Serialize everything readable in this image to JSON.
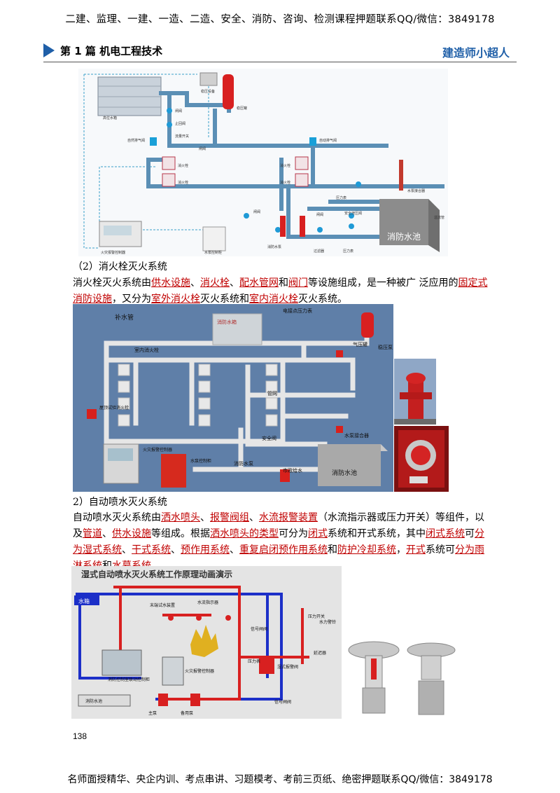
{
  "banner_top": "二建、监理、一建、一造、二造、安全、消防、咨询、检测课程押题联系QQ/微信：3849178",
  "header": {
    "title": "第 1 篇  机电工程技术",
    "right": "建造师小超人"
  },
  "fig1": {
    "pool_label": "消防水池",
    "labels": [
      "高位水箱",
      "闸阀",
      "止回阀",
      "流量开关",
      "稳压设备",
      "稳压罐",
      "自然排气阀",
      "闸阀",
      "自动排气阀",
      "消火栓",
      "消火栓",
      "消火栓",
      "消火栓",
      "压力表",
      "水泵接合器",
      "安全泄压阀",
      "闸阀",
      "闸阀",
      "过滤器",
      "压力表",
      "消防水泵",
      "水泵控制柜",
      "火灾报警控制器",
      "溢流管"
    ]
  },
  "sec2_title": "（2）消火栓灭火系统",
  "p1": [
    {
      "t": "消火栓灭火系统由",
      "u": false
    },
    {
      "t": "供水设施",
      "u": true
    },
    {
      "t": "、",
      "u": false
    },
    {
      "t": "消火栓",
      "u": true
    },
    {
      "t": "、",
      "u": false
    },
    {
      "t": "配水管网",
      "u": true
    },
    {
      "t": "和",
      "u": false
    },
    {
      "t": "阀门",
      "u": true
    },
    {
      "t": "等设施组成，是一种被广 泛应用的",
      "u": false
    },
    {
      "t": "固定式消防设施",
      "u": true
    },
    {
      "t": "，又分为",
      "u": false
    },
    {
      "t": "室外消火栓",
      "u": true
    },
    {
      "t": "灭火系统和",
      "u": false
    },
    {
      "t": "室内消火栓",
      "u": true
    },
    {
      "t": "灭火系统。",
      "u": false
    }
  ],
  "fig2": {
    "labels": [
      "补水管",
      "消防水箱",
      "电接点压力表",
      "气压罐",
      "稳压泵",
      "室内消火栓",
      "管网",
      "屋顶试验消火栓",
      "火灾报警控制器",
      "水泵控制柜",
      "安全阀",
      "水泵接合器",
      "消防水泵",
      "市政给水",
      "消防水池"
    ]
  },
  "sec3_title": "2）自动喷水灭火系统",
  "p2": [
    {
      "t": "自动喷水灭火系统由",
      "u": false
    },
    {
      "t": "洒水喷头",
      "u": true
    },
    {
      "t": "、",
      "u": false
    },
    {
      "t": "报警阀组",
      "u": true
    },
    {
      "t": "、",
      "u": false
    },
    {
      "t": "水流报警装置",
      "u": true
    },
    {
      "t": "（水流指示器或压力开关）等组件，以及",
      "u": false
    },
    {
      "t": "管道",
      "u": true
    },
    {
      "t": "、",
      "u": false
    },
    {
      "t": "供水设施",
      "u": true
    },
    {
      "t": "等组成。根据",
      "u": false
    },
    {
      "t": "洒水喷头的类型",
      "u": true
    },
    {
      "t": "可分为",
      "u": false
    },
    {
      "t": "闭式",
      "u": true
    },
    {
      "t": "系统和开式系统，其中",
      "u": false
    },
    {
      "t": "闭式系统",
      "u": true
    },
    {
      "t": "可",
      "u": false
    },
    {
      "t": "分为湿式系统",
      "u": true
    },
    {
      "t": "、",
      "u": false
    },
    {
      "t": "干式系统",
      "u": true
    },
    {
      "t": "、",
      "u": false
    },
    {
      "t": "预作用系统",
      "u": true
    },
    {
      "t": "、",
      "u": false
    },
    {
      "t": "重复启闭预作用系统",
      "u": true
    },
    {
      "t": "和",
      "u": false
    },
    {
      "t": "防护冷却系统",
      "u": true
    },
    {
      "t": "，",
      "u": false
    },
    {
      "t": "开式",
      "u": true
    },
    {
      "t": "系统可",
      "u": false
    },
    {
      "t": "分为雨淋系统",
      "u": true
    },
    {
      "t": "和",
      "u": false
    },
    {
      "t": "水幕系统",
      "u": true
    },
    {
      "t": "。",
      "u": false
    }
  ],
  "fig3": {
    "title": "湿式自动喷水灭火系统工作原理动画演示",
    "labels": [
      "水箱",
      "末端试水装置",
      "水流指示器",
      "信号闸阀",
      "压力开关",
      "水力警铃",
      "延迟器",
      "压力表",
      "湿式报警阀",
      "信号闸阀",
      "消防控制室联动控制柜",
      "火灾报警控制器",
      "消防水池",
      "主泵",
      "备用泵"
    ]
  },
  "page_number": "138",
  "banner_bottom": "名师面授精华、央企内训、考点串讲、习题模考、考前三页纸、绝密押题联系QQ/微信：3849178",
  "colors": {
    "accent": "#1f5fa8",
    "link": "#c00000",
    "pipe": "#5b8fb5",
    "pool": "#8c8c8c",
    "red_pipe": "#d82020",
    "blue_pipe": "#1c2fc8"
  }
}
